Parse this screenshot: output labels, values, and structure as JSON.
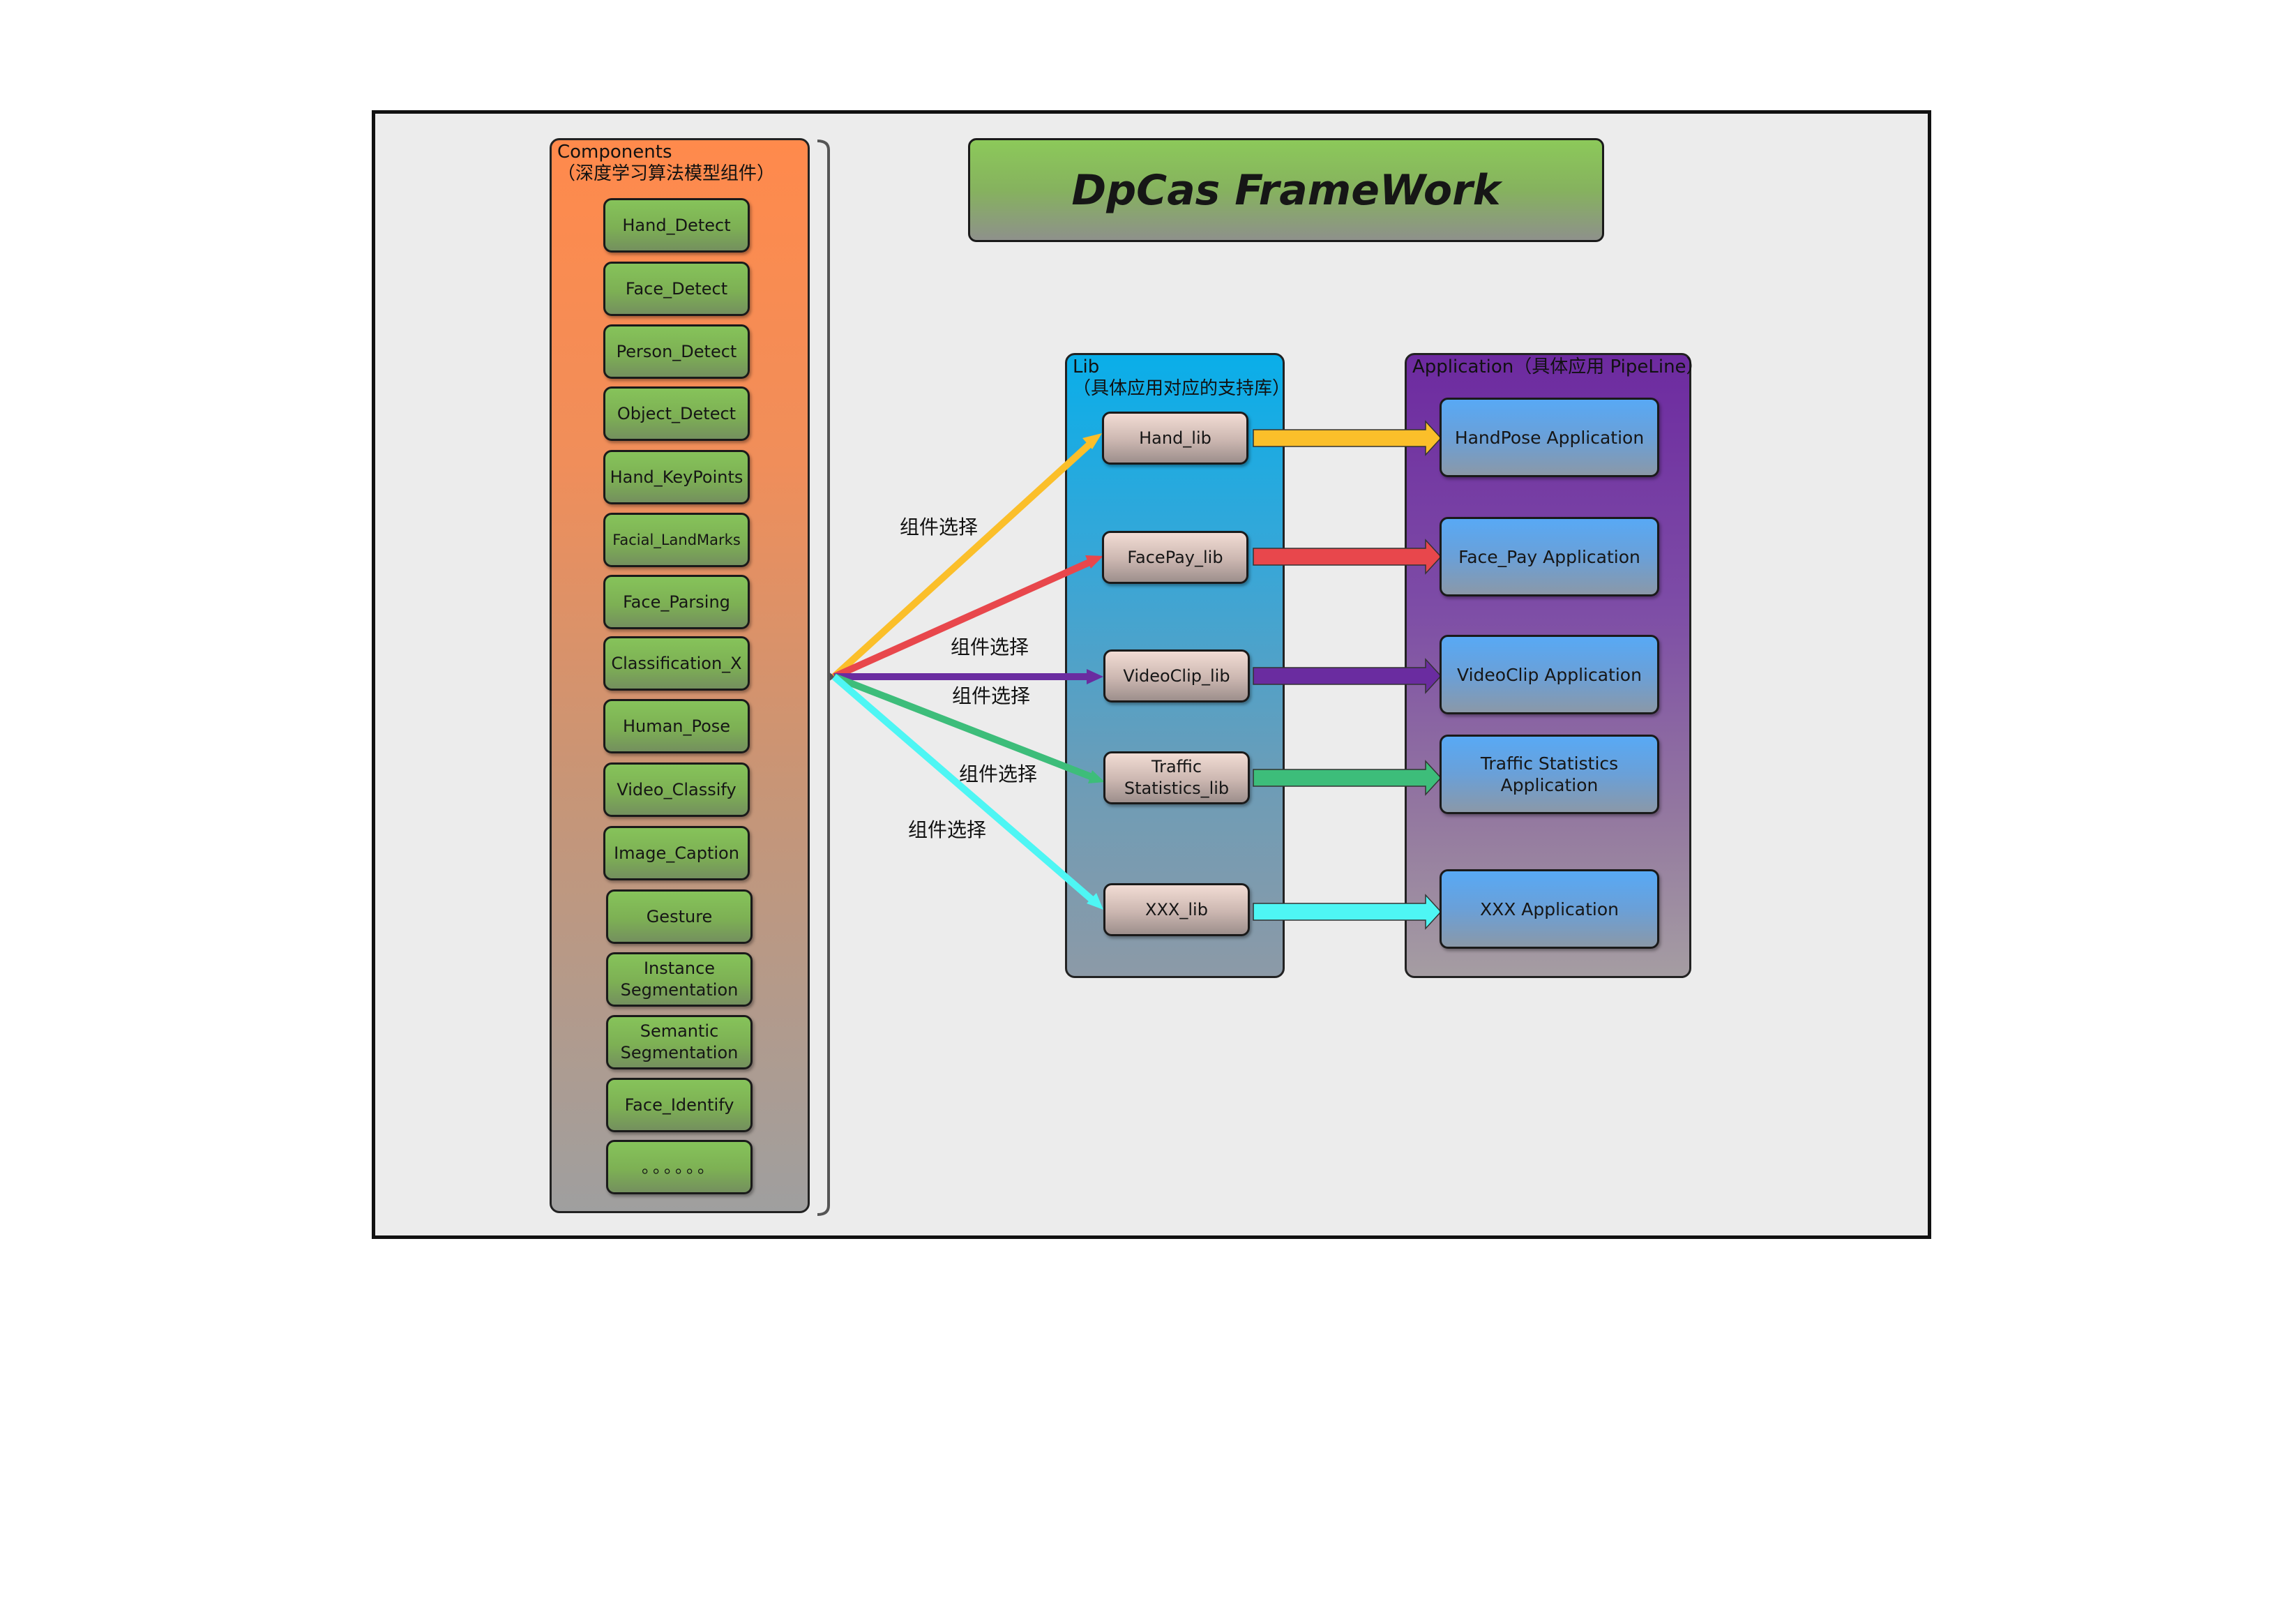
{
  "title": "DpCas FrameWork",
  "components": {
    "title": "Components\n（深度学习算法模型组件）",
    "items": [
      "Hand_Detect",
      "Face_Detect",
      "Person_Detect",
      "Object_Detect",
      "Hand_KeyPoints",
      "Facial_LandMarks",
      "Face_Parsing",
      "Classification_X",
      "Human_Pose",
      "Video_Classify",
      "Image_Caption",
      "Gesture",
      "Instance\nSegmentation",
      "Semantic\nSegmentation",
      "Face_Identify",
      "。。。。。。"
    ]
  },
  "lib": {
    "title": "Lib\n（具体应用对应的支持库）",
    "items": [
      "Hand_lib",
      "FacePay_lib",
      "VideoClip_lib",
      "Traffic\nStatistics_lib",
      "XXX_lib"
    ]
  },
  "application": {
    "title": "Application（具体应用 PipeLine）",
    "items": [
      "HandPose Application",
      "Face_Pay Application",
      "VideoClip Application",
      "Traffic Statistics\nApplication",
      "XXX Application"
    ]
  },
  "edge_labels": [
    "组件选择",
    "组件选择",
    "组件选择",
    "组件选择",
    "组件选择"
  ],
  "colors": {
    "hand": "#fbbf2a",
    "facepay": "#e8474c",
    "videoclip": "#6a2ca0",
    "traffic": "#3dbd7a",
    "xxx": "#4ef6f4"
  }
}
